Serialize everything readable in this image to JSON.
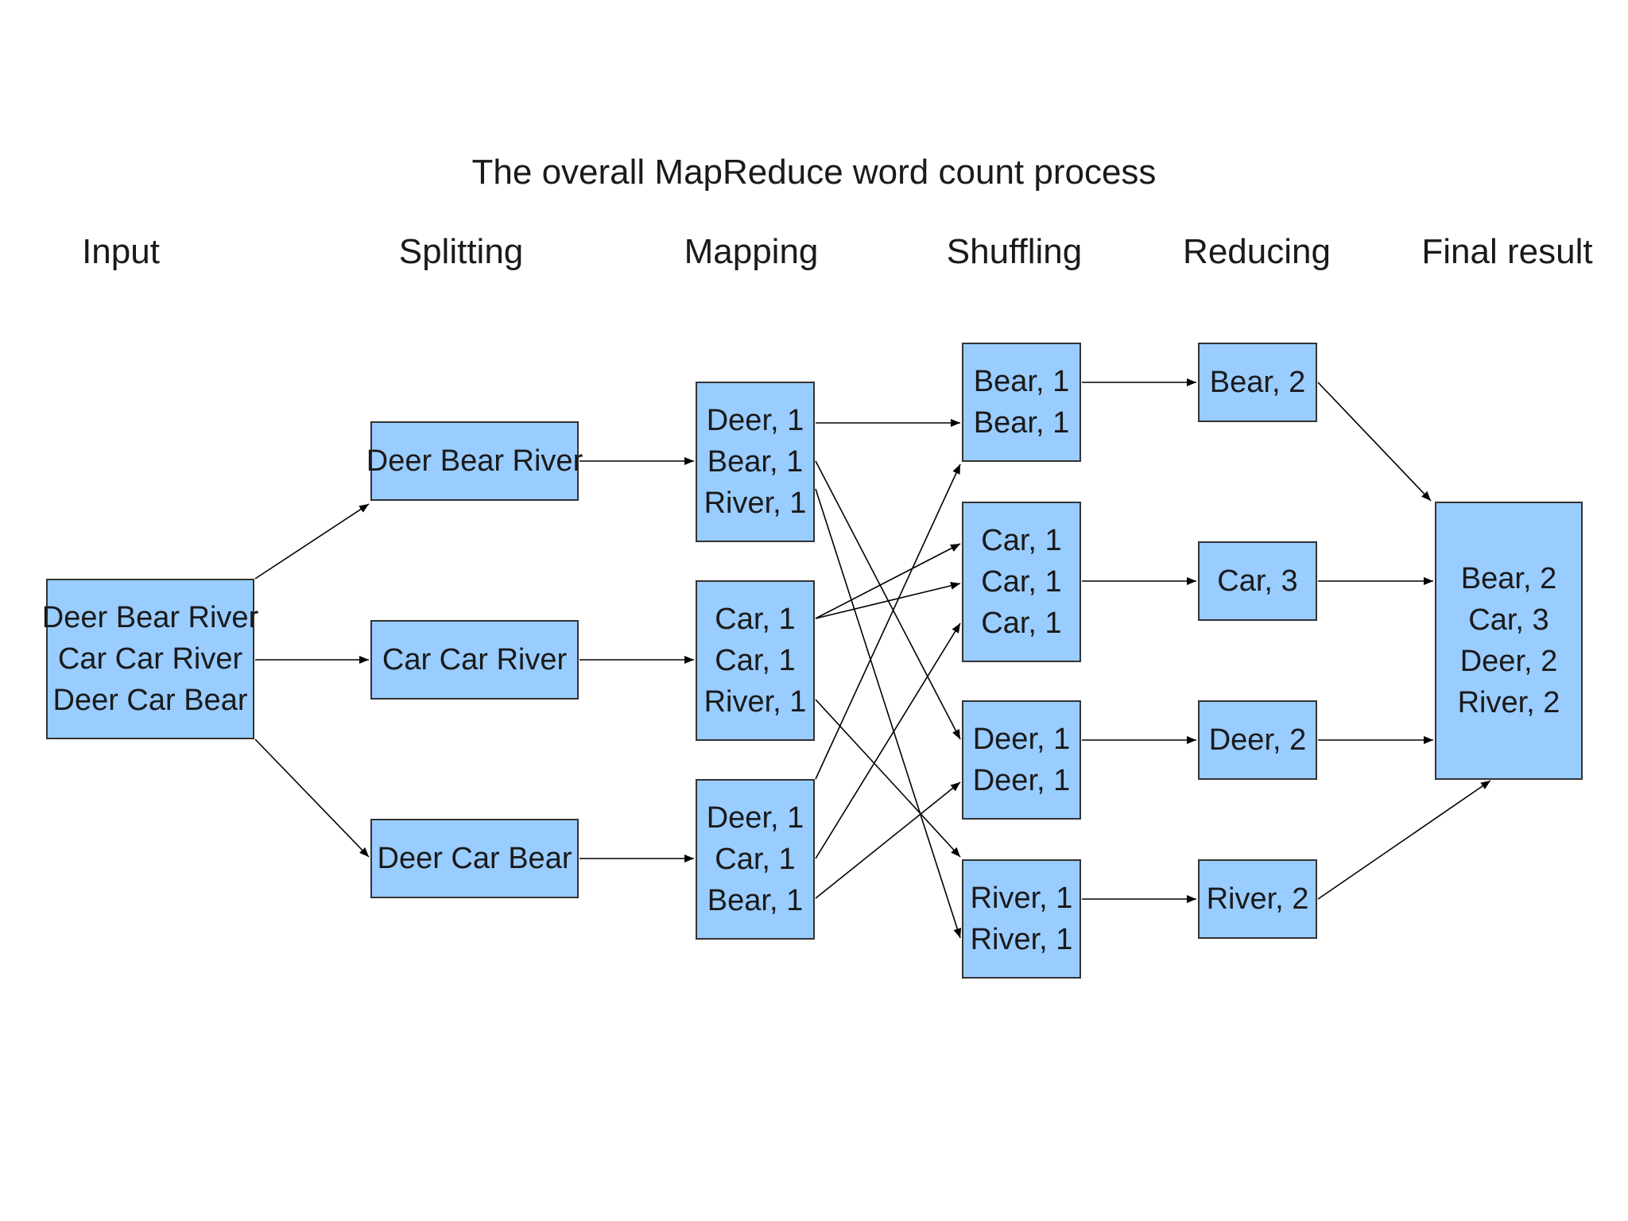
{
  "title": "The overall MapReduce word count process",
  "stages": [
    "Input",
    "Splitting",
    "Mapping",
    "Shuffling",
    "Reducing",
    "Final result"
  ],
  "colors": {
    "box_fill": "#99ccff",
    "box_border": "#333333",
    "arrow": "#000000"
  },
  "nodes": {
    "input": {
      "lines": [
        "Deer Bear River",
        "Car Car River",
        "Deer Car Bear"
      ]
    },
    "split1": {
      "lines": [
        "Deer Bear River"
      ]
    },
    "split2": {
      "lines": [
        "Car Car River"
      ]
    },
    "split3": {
      "lines": [
        "Deer Car Bear"
      ]
    },
    "map1": {
      "lines": [
        "Deer, 1",
        "Bear, 1",
        "River, 1"
      ]
    },
    "map2": {
      "lines": [
        "Car, 1",
        "Car, 1",
        "River, 1"
      ]
    },
    "map3": {
      "lines": [
        "Deer, 1",
        "Car, 1",
        "Bear, 1"
      ]
    },
    "shuf_bear": {
      "lines": [
        "Bear, 1",
        "Bear, 1"
      ]
    },
    "shuf_car": {
      "lines": [
        "Car, 1",
        "Car, 1",
        "Car, 1"
      ]
    },
    "shuf_deer": {
      "lines": [
        "Deer, 1",
        "Deer, 1"
      ]
    },
    "shuf_river": {
      "lines": [
        "River, 1",
        "River, 1"
      ]
    },
    "red_bear": {
      "lines": [
        "Bear, 2"
      ]
    },
    "red_car": {
      "lines": [
        "Car, 3"
      ]
    },
    "red_deer": {
      "lines": [
        "Deer, 2"
      ]
    },
    "red_river": {
      "lines": [
        "River, 2"
      ]
    },
    "final": {
      "lines": [
        "Bear, 2",
        "Car, 3",
        "Deer, 2",
        "River, 2"
      ]
    }
  },
  "edges": [
    [
      "input",
      "split1"
    ],
    [
      "input",
      "split2"
    ],
    [
      "input",
      "split3"
    ],
    [
      "split1",
      "map1"
    ],
    [
      "split2",
      "map2"
    ],
    [
      "split3",
      "map3"
    ],
    [
      "map1",
      "shuf_deer"
    ],
    [
      "map1",
      "shuf_bear"
    ],
    [
      "map1",
      "shuf_river"
    ],
    [
      "map2",
      "shuf_car"
    ],
    [
      "map2",
      "shuf_car"
    ],
    [
      "map2",
      "shuf_river"
    ],
    [
      "map3",
      "shuf_deer"
    ],
    [
      "map3",
      "shuf_car"
    ],
    [
      "map3",
      "shuf_bear"
    ],
    [
      "shuf_bear",
      "red_bear"
    ],
    [
      "shuf_car",
      "red_car"
    ],
    [
      "shuf_deer",
      "red_deer"
    ],
    [
      "shuf_river",
      "red_river"
    ],
    [
      "red_bear",
      "final"
    ],
    [
      "red_car",
      "final"
    ],
    [
      "red_deer",
      "final"
    ],
    [
      "red_river",
      "final"
    ]
  ]
}
